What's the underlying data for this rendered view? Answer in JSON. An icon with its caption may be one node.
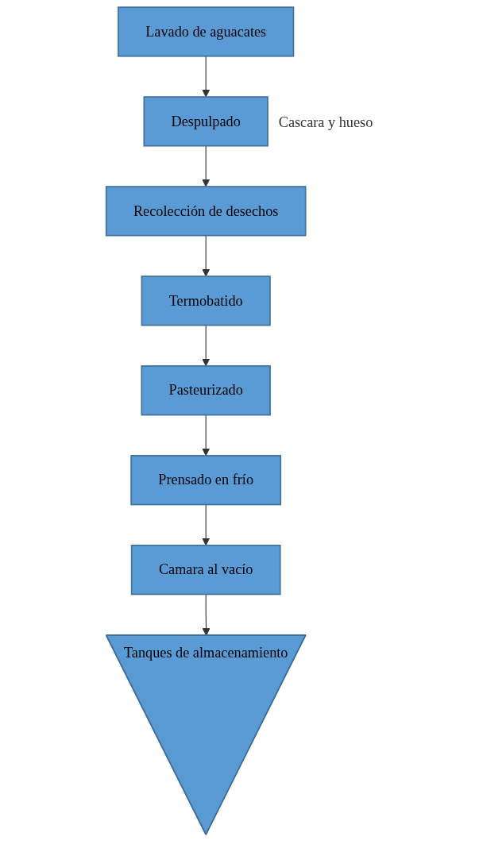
{
  "diagram": {
    "nodes": [
      {
        "text": [
          "Lavado de aguacates"
        ]
      },
      {
        "text": [
          "Despulpado"
        ],
        "beside": [
          "Cascara y hueso"
        ]
      },
      {
        "text": [
          "Recolección de desechos"
        ]
      },
      {
        "text": [
          "Termobatido"
        ]
      },
      {
        "text": [
          "Pasteurizado"
        ]
      },
      {
        "text": [
          "Prensado en frío"
        ]
      },
      {
        "text": [
          "Camara al vacío"
        ]
      },
      {
        "text": [
          "Tanques de almacenamiento"
        ]
      }
    ],
    "edges": [
      {
        "from": 0,
        "to": 1,
        "arrow": "to"
      },
      {
        "from": 1,
        "to": 2,
        "arrow": "to"
      },
      {
        "from": 2,
        "to": 3,
        "arrow": "to"
      },
      {
        "from": 3,
        "to": 4,
        "arrow": "to"
      },
      {
        "from": 4,
        "to": 5,
        "arrow": "to"
      },
      {
        "from": 5,
        "to": 6,
        "arrow": "to"
      },
      {
        "from": 6,
        "to": 7,
        "arrow": "to"
      }
    ]
  }
}
